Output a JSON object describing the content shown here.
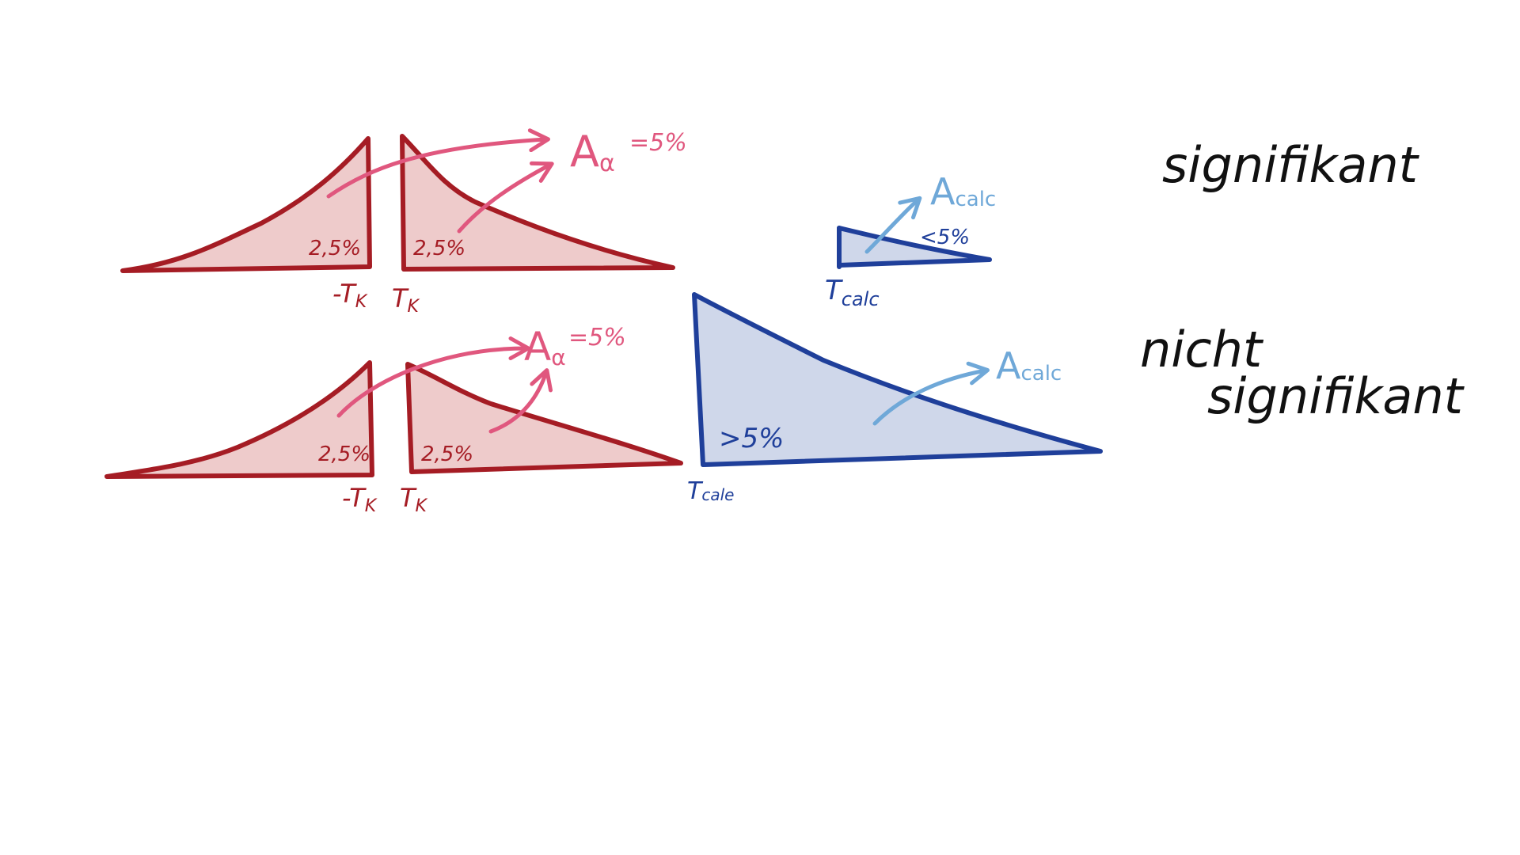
{
  "colors": {
    "critical_region_stroke": "#a51c24",
    "critical_region_fill": "#eecbcb",
    "alpha_arrow": "#e0577e",
    "calc_region_stroke": "#1f3f9a",
    "calc_region_fill": "#cfd7ea",
    "calc_arrow": "#6fa8d8",
    "verdict_text": "#111111"
  },
  "rows": [
    {
      "id": "significant",
      "tail_left_label": "2,5%",
      "tail_right_label": "2,5%",
      "crit_left_label": "-T",
      "crit_left_sub": "K",
      "crit_right_label": "T",
      "crit_right_sub": "K",
      "alpha_label": "A",
      "alpha_sub": "α",
      "alpha_value": "=5%",
      "calc_label": "T",
      "calc_sub": "calc",
      "calc_area_label": "A",
      "calc_area_sub": "calc",
      "calc_percent": "<5%",
      "verdict_line1": "signifikant",
      "verdict_line2": ""
    },
    {
      "id": "not-significant",
      "tail_left_label": "2,5%",
      "tail_right_label": "2,5%",
      "crit_left_label": "-T",
      "crit_left_sub": "K",
      "crit_right_label": "T",
      "crit_right_sub": "K",
      "alpha_label": "A",
      "alpha_sub": "α",
      "alpha_value": "=5%",
      "calc_label": "T",
      "calc_sub": "cale",
      "calc_area_label": "A",
      "calc_area_sub": "calc",
      "calc_percent": ">5%",
      "verdict_line1": "nicht",
      "verdict_line2": "signifikant"
    }
  ]
}
